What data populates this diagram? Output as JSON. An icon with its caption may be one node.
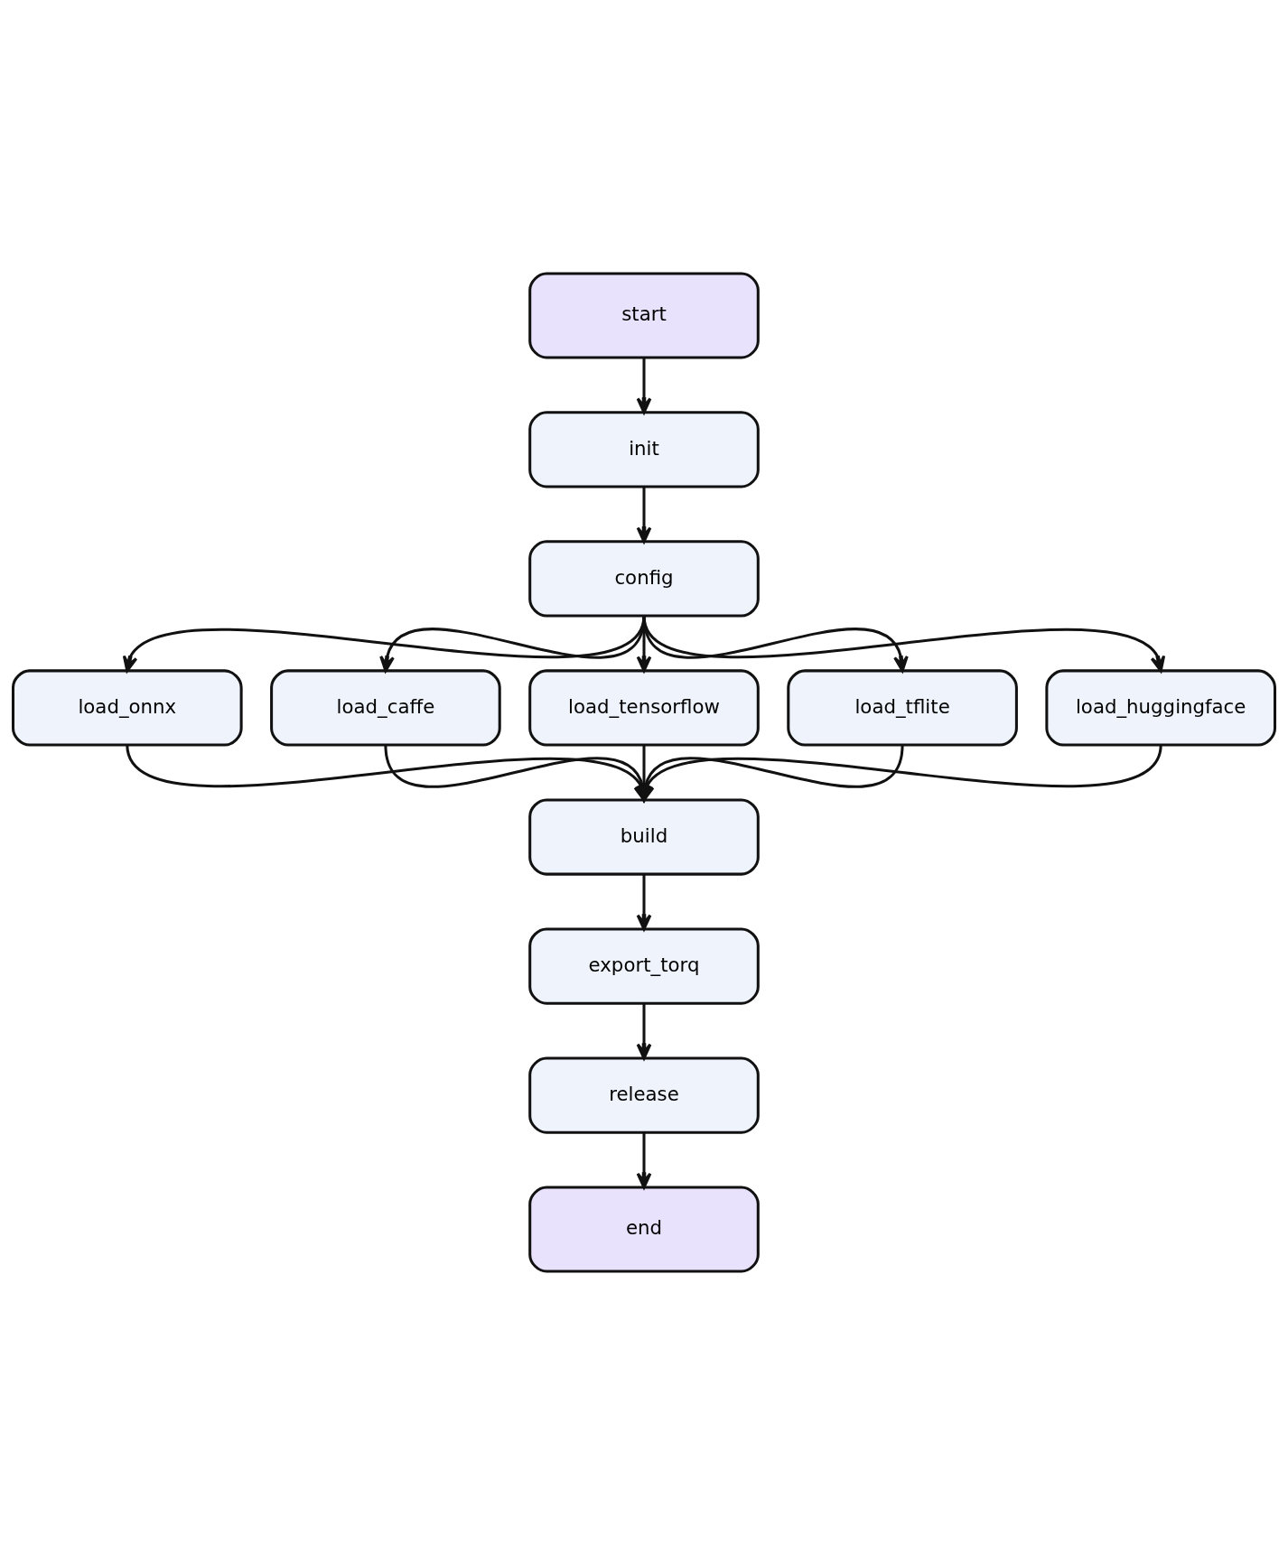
{
  "diagram": {
    "nodes": [
      {
        "text": [
          "start"
        ]
      },
      {
        "text": [
          "init"
        ]
      },
      {
        "text": [
          "config"
        ]
      },
      {
        "text": [
          "load_onnx"
        ]
      },
      {
        "text": [
          "load_caffe"
        ]
      },
      {
        "text": [
          "load_tensorflow"
        ]
      },
      {
        "text": [
          "load_tflite"
        ]
      },
      {
        "text": [
          "load_huggingface"
        ]
      },
      {
        "text": [
          "build"
        ]
      },
      {
        "text": [
          "export_torq"
        ]
      },
      {
        "text": [
          "release"
        ]
      },
      {
        "text": [
          "end"
        ]
      }
    ],
    "edges": [
      {
        "from": 0,
        "to": 1,
        "arrow": "to"
      },
      {
        "from": 1,
        "to": 2,
        "arrow": "to"
      },
      {
        "from": 2,
        "to": 3,
        "arrow": "to"
      },
      {
        "from": 2,
        "to": 4,
        "arrow": "to"
      },
      {
        "from": 2,
        "to": 5,
        "arrow": "to"
      },
      {
        "from": 2,
        "to": 6,
        "arrow": "to"
      },
      {
        "from": 2,
        "to": 7,
        "arrow": "to"
      },
      {
        "from": 3,
        "to": 8,
        "arrow": "to"
      },
      {
        "from": 4,
        "to": 8,
        "arrow": "to"
      },
      {
        "from": 5,
        "to": 8,
        "arrow": "to"
      },
      {
        "from": 6,
        "to": 8,
        "arrow": "to"
      },
      {
        "from": 7,
        "to": 8,
        "arrow": "to"
      },
      {
        "from": 8,
        "to": 9,
        "arrow": "to"
      },
      {
        "from": 9,
        "to": 10,
        "arrow": "to"
      },
      {
        "from": 10,
        "to": 11,
        "arrow": "to"
      }
    ]
  }
}
